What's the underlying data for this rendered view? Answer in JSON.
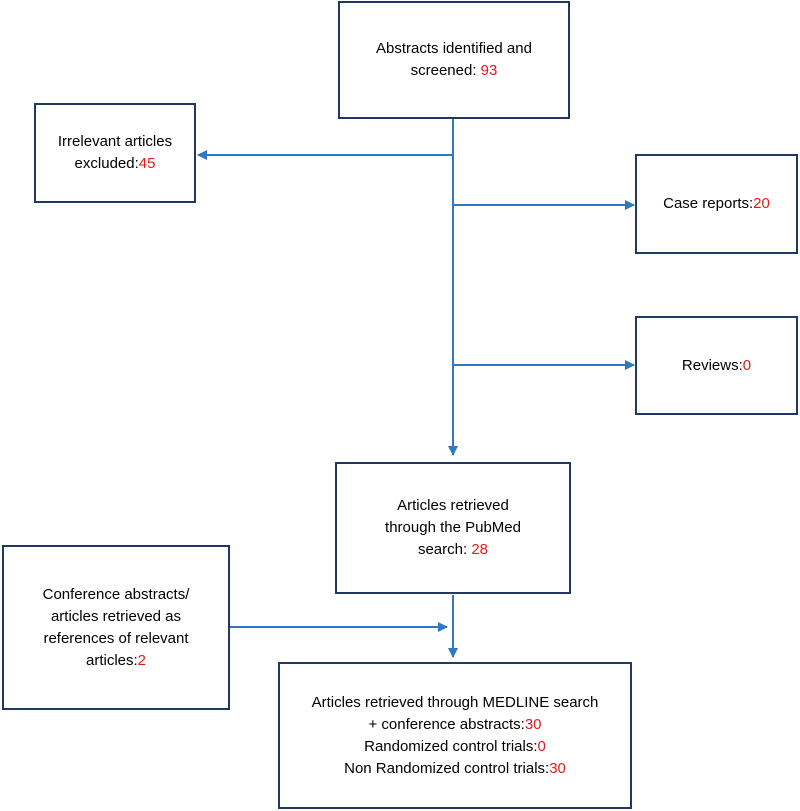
{
  "colors": {
    "box_border": "#1f3864",
    "arrow": "#2f78c4",
    "count_text": "#e41a1a"
  },
  "boxes": {
    "abstracts_screened": {
      "lines": [
        "Abstracts identified and"
      ],
      "prefix": "screened: ",
      "count": "93"
    },
    "irrelevant_excluded": {
      "lines": [
        "Irrelevant articles"
      ],
      "prefix": "excluded:",
      "count": "45"
    },
    "case_reports": {
      "prefix": "Case reports:",
      "count": "20"
    },
    "reviews": {
      "prefix": "Reviews:",
      "count": "0"
    },
    "pubmed_retrieved": {
      "lines": [
        "Articles retrieved",
        "through the PubMed"
      ],
      "prefix": "search: ",
      "count": "28"
    },
    "conference_abstracts": {
      "lines": [
        "Conference abstracts/",
        "articles retrieved as",
        "references of relevant"
      ],
      "prefix": "articles:",
      "count": "2"
    },
    "medline_final": {
      "line1": "Articles retrieved through MEDLINE search",
      "line2_prefix": "+ conference abstracts:",
      "line2_count": "30",
      "line3_prefix": "Randomized control trials:",
      "line3_count": "0",
      "line4_prefix": "Non Randomized control trials:",
      "line4_count": "30"
    }
  }
}
